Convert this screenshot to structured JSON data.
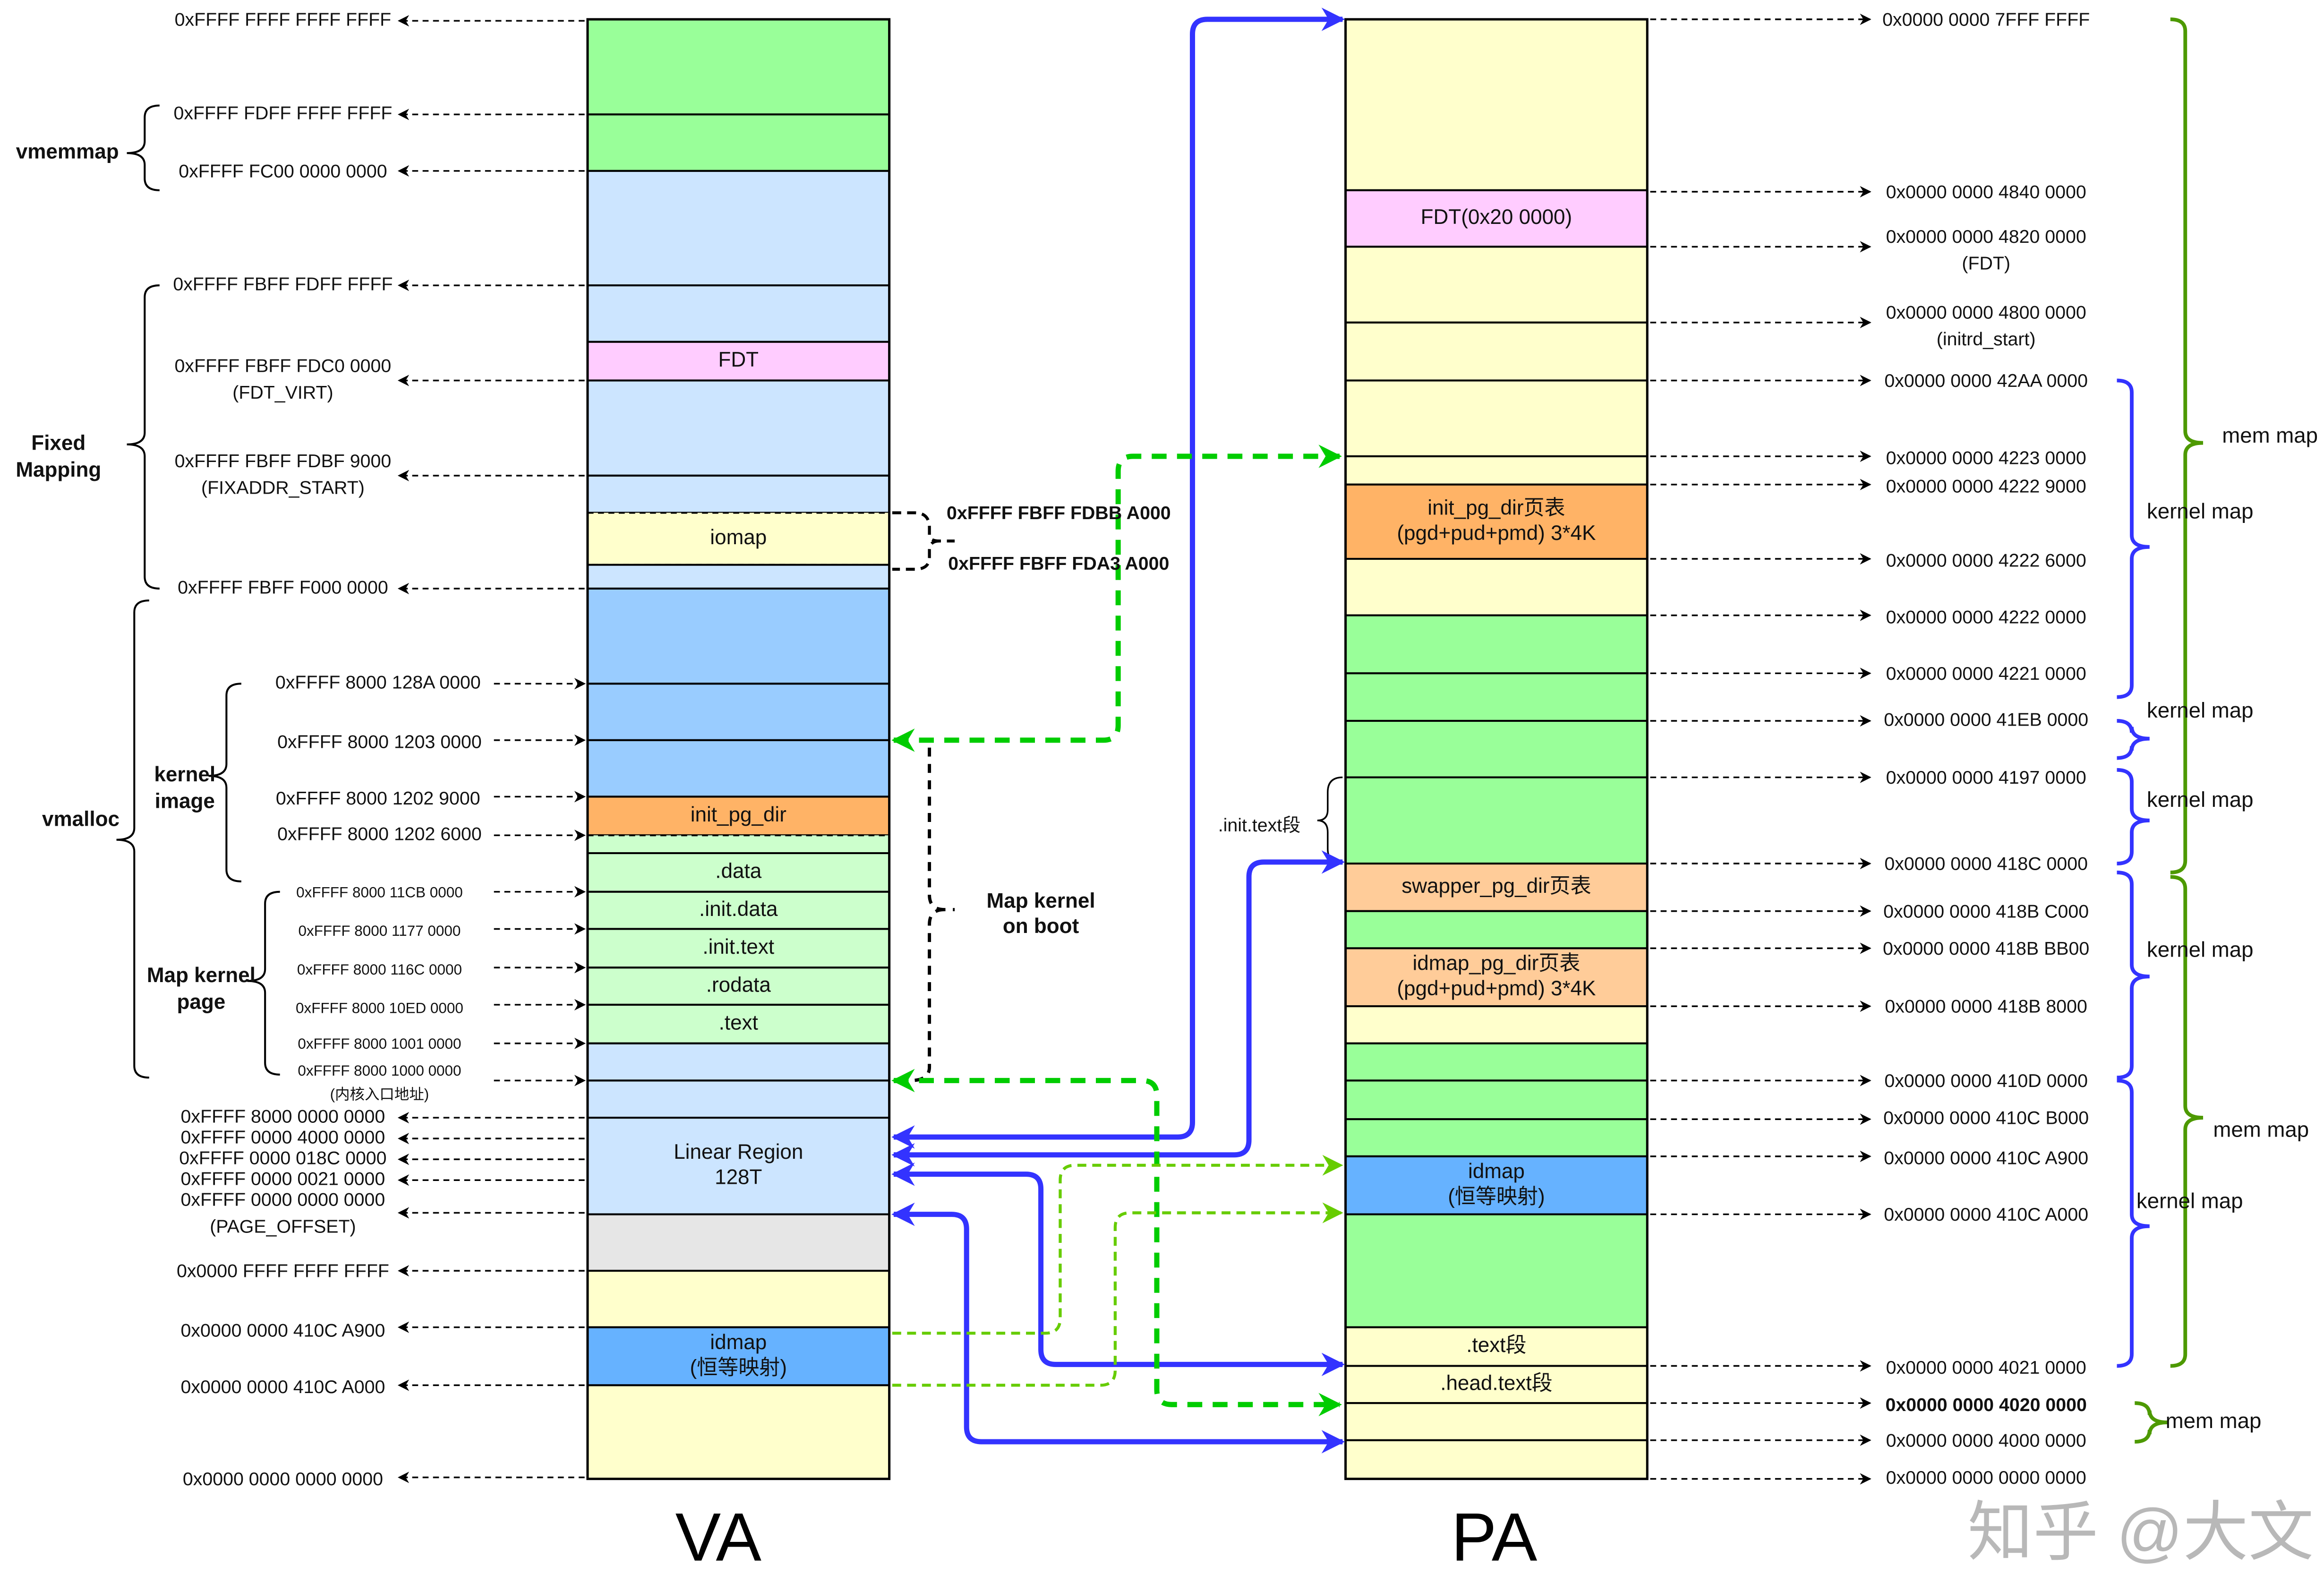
{
  "va": {
    "title": "VA",
    "blocks": [
      {
        "color": "#99FF99",
        "lines": []
      },
      {
        "color": "#99FF99",
        "lines": []
      },
      {
        "color": "#CCE5FF",
        "lines": []
      },
      {
        "color": "#CCE5FF",
        "lines": []
      },
      {
        "color": "#FFCCFF",
        "lines": [
          "FDT"
        ]
      },
      {
        "color": "#CCE5FF",
        "lines": []
      },
      {
        "color": "#CCE5FF",
        "lines": []
      },
      {
        "color": "#FFFFCC",
        "lines": [
          "iomap"
        ]
      },
      {
        "color": "#CCE5FF",
        "lines": []
      },
      {
        "color": "#99CCFF",
        "lines": []
      },
      {
        "color": "#99CCFF",
        "lines": []
      },
      {
        "color": "#99CCFF",
        "lines": []
      },
      {
        "color": "#FFB366",
        "lines": [
          "init_pg_dir"
        ]
      },
      {
        "color": "#CCFFCC",
        "lines": []
      },
      {
        "color": "#CCFFCC",
        "lines": [
          ".data"
        ]
      },
      {
        "color": "#CCFFCC",
        "lines": [
          ".init.data"
        ]
      },
      {
        "color": "#CCFFCC",
        "lines": [
          ".init.text"
        ]
      },
      {
        "color": "#CCFFCC",
        "lines": [
          ".rodata"
        ]
      },
      {
        "color": "#CCFFCC",
        "lines": [
          ".text"
        ]
      },
      {
        "color": "#CCE5FF",
        "lines": []
      },
      {
        "color": "#CCE5FF",
        "lines": []
      },
      {
        "color": "#CCE5FF",
        "lines": [
          "Linear Region",
          "128T"
        ]
      },
      {
        "color": "#E6E6E6",
        "lines": []
      },
      {
        "color": "#FFFFCC",
        "lines": []
      },
      {
        "color": "#66B2FF",
        "lines": [
          "idmap",
          "(恒等映射)"
        ]
      },
      {
        "color": "#FFFFCC",
        "lines": []
      }
    ],
    "addresses": [
      {
        "lines": [
          "0xFFFF FFFF FFFF FFFF"
        ]
      },
      {
        "lines": [
          "0xFFFF FDFF FFFF FFFF"
        ]
      },
      {
        "lines": [
          "0xFFFF FC00 0000 0000"
        ]
      },
      {
        "lines": [
          "0xFFFF FBFF FDFF FFFF"
        ]
      },
      {
        "lines": [
          "0xFFFF FBFF FDC0 0000",
          "(FDT_VIRT)"
        ]
      },
      {
        "lines": [
          "0xFFFF FBFF FDBF 9000",
          "(FIXADDR_START)"
        ]
      },
      {
        "lines": [
          "0xFFFF FBFF F000 0000"
        ]
      },
      {
        "lines": [
          "0xFFFF 8000 128A 0000"
        ]
      },
      {
        "lines": [
          "0xFFFF 8000 1203 0000"
        ]
      },
      {
        "lines": [
          "0xFFFF 8000 1202 9000"
        ]
      },
      {
        "lines": [
          "0xFFFF 8000 1202 6000"
        ]
      },
      {
        "lines": [
          "0xFFFF 8000 11CB 0000"
        ]
      },
      {
        "lines": [
          "0xFFFF 8000 1177 0000"
        ]
      },
      {
        "lines": [
          "0xFFFF 8000 116C 0000"
        ]
      },
      {
        "lines": [
          "0xFFFF 8000 10ED 0000"
        ]
      },
      {
        "lines": [
          "0xFFFF 8000 1001 0000"
        ]
      },
      {
        "lines": [
          "0xFFFF 8000 1000 0000",
          "(内核入口地址)"
        ]
      },
      {
        "lines": [
          "0xFFFF 8000 0000 0000"
        ]
      },
      {
        "lines": [
          "0xFFFF 0000 4000 0000"
        ]
      },
      {
        "lines": [
          "0xFFFF 0000 018C 0000"
        ]
      },
      {
        "lines": [
          "0xFFFF 0000 0021 0000"
        ]
      },
      {
        "lines": [
          "0xFFFF 0000 0000 0000",
          "(PAGE_OFFSET)"
        ]
      },
      {
        "lines": [
          "0x0000 FFFF FFFF FFFF"
        ]
      },
      {
        "lines": [
          "0x0000 0000 410C A900"
        ]
      },
      {
        "lines": [
          "0x0000 0000 410C A000"
        ]
      },
      {
        "lines": [
          "0x0000 0000 0000 0000"
        ]
      }
    ],
    "groups": [
      {
        "lines": [
          "vmemmap"
        ]
      },
      {
        "lines": [
          "Fixed",
          "Mapping"
        ]
      },
      {
        "lines": [
          "vmalloc"
        ]
      },
      {
        "lines": [
          "kernel",
          "image"
        ]
      },
      {
        "lines": [
          "Map kernel",
          "page"
        ]
      }
    ]
  },
  "center": {
    "iomap_addresses": [
      "0xFFFF FBFF FDBB A000",
      "0xFFFF FBFF FDA3 A000"
    ],
    "map_kernel_on_boot": [
      "Map kernel",
      "on boot"
    ]
  },
  "pa": {
    "title": "PA",
    "blocks": [
      {
        "color": "#FFFFCC",
        "lines": []
      },
      {
        "color": "#FFCCFF",
        "lines": [
          "FDT(0x20 0000)"
        ]
      },
      {
        "color": "#FFFFCC",
        "lines": []
      },
      {
        "color": "#FFFFCC",
        "lines": []
      },
      {
        "color": "#FFFFCC",
        "lines": []
      },
      {
        "color": "#FFFFCC",
        "lines": []
      },
      {
        "color": "#FFB366",
        "lines": [
          "init_pg_dir页表",
          "(pgd+pud+pmd) 3*4K"
        ]
      },
      {
        "color": "#FFFFCC",
        "lines": []
      },
      {
        "color": "#99FF99",
        "lines": []
      },
      {
        "color": "#99FF99",
        "lines": []
      },
      {
        "color": "#99FF99",
        "lines": []
      },
      {
        "color": "#99FF99",
        "lines": []
      },
      {
        "color": "#FFCC99",
        "lines": [
          "swapper_pg_dir页表"
        ]
      },
      {
        "color": "#99FF99",
        "lines": []
      },
      {
        "color": "#FFCC99",
        "lines": [
          "idmap_pg_dir页表",
          "(pgd+pud+pmd) 3*4K"
        ]
      },
      {
        "color": "#FFFFCC",
        "lines": []
      },
      {
        "color": "#99FF99",
        "lines": []
      },
      {
        "color": "#99FF99",
        "lines": []
      },
      {
        "color": "#99FF99",
        "lines": []
      },
      {
        "color": "#66B2FF",
        "lines": [
          "idmap",
          "(恒等映射)"
        ]
      },
      {
        "color": "#99FF99",
        "lines": []
      },
      {
        "color": "#FFFFCC",
        "lines": [
          ".text段"
        ]
      },
      {
        "color": "#FFFFCC",
        "lines": [
          ".head.text段"
        ]
      },
      {
        "color": "#FFFFCC",
        "lines": []
      },
      {
        "color": "#FFFFCC",
        "lines": []
      }
    ],
    "addresses": [
      {
        "lines": [
          "0x0000 0000 7FFF FFFF"
        ]
      },
      {
        "lines": [
          "0x0000 0000 4840 0000"
        ]
      },
      {
        "lines": [
          "0x0000 0000 4820 0000",
          "(FDT)"
        ]
      },
      {
        "lines": [
          "0x0000 0000 4800 0000",
          "(initrd_start)"
        ]
      },
      {
        "lines": [
          "0x0000 0000 42AA 0000"
        ]
      },
      {
        "lines": [
          "0x0000 0000 4223 0000"
        ]
      },
      {
        "lines": [
          "0x0000 0000 4222 9000"
        ]
      },
      {
        "lines": [
          "0x0000 0000 4222 6000"
        ]
      },
      {
        "lines": [
          "0x0000 0000 4222 0000"
        ]
      },
      {
        "lines": [
          "0x0000 0000 4221 0000"
        ]
      },
      {
        "lines": [
          "0x0000 0000 41EB 0000"
        ]
      },
      {
        "lines": [
          "0x0000 0000 4197 0000"
        ]
      },
      {
        "lines": [
          "0x0000 0000 418C 0000"
        ]
      },
      {
        "lines": [
          "0x0000 0000 418B C000"
        ]
      },
      {
        "lines": [
          "0x0000 0000 418B BB00"
        ]
      },
      {
        "lines": [
          "0x0000 0000 418B 8000"
        ]
      },
      {
        "lines": [
          "0x0000 0000 410D 0000"
        ]
      },
      {
        "lines": [
          "0x0000 0000 410C B000"
        ]
      },
      {
        "lines": [
          "0x0000 0000 410C A900"
        ]
      },
      {
        "lines": [
          "0x0000 0000 410C A000"
        ]
      },
      {
        "lines": [
          "0x0000 0000 4021 0000"
        ]
      },
      {
        "lines": [
          "0x0000 0000 4020 0000"
        ]
      },
      {
        "lines": [
          "0x0000 0000 4000 0000"
        ]
      },
      {
        "lines": [
          "0x0000 0000 0000 0000"
        ]
      }
    ],
    "init_text_label": ".init.text段",
    "kernel_map_labels": [
      "kernel map",
      "kernel map",
      "kernel map",
      "kernel map",
      "kernel map"
    ],
    "mem_map_labels": [
      "mem map",
      "mem map",
      "mem map"
    ]
  },
  "colors": {
    "blue_arrow": "#3333FF",
    "green_arrow": "#00CC00",
    "light_green_arrow": "#66CC00",
    "kernel_map_brace": "#3333FF",
    "mem_map_brace": "#4D9900"
  },
  "watermark": "知乎 @大文"
}
